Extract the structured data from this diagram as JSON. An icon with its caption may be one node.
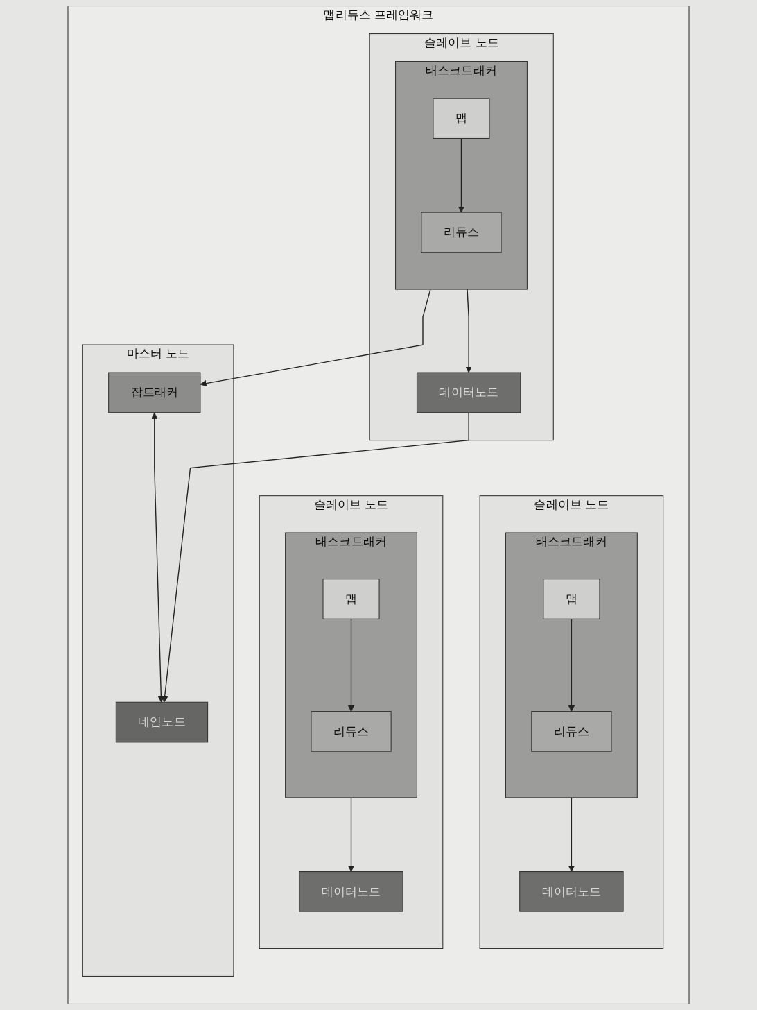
{
  "diagram": {
    "nodes": [
      {
        "text": [
          "맵리듀스 프레임워크"
        ]
      },
      {
        "text": [
          "슬레이브 노드"
        ],
        "in": 0
      },
      {
        "text": [
          "태스크트래커"
        ],
        "in": 1
      },
      {
        "text": [
          "맵"
        ],
        "in": 2
      },
      {
        "text": [
          "리듀스"
        ],
        "in": 2
      },
      {
        "text": [
          "데이터노드"
        ],
        "in": 1
      },
      {
        "text": [
          "마스터 노드"
        ],
        "in": 0
      },
      {
        "text": [
          "잡트래커"
        ],
        "in": 6
      },
      {
        "text": [
          "네임노드"
        ],
        "in": 6
      },
      {
        "text": [
          "슬레이브 노드"
        ],
        "in": 0
      },
      {
        "text": [
          "태스크트래커"
        ],
        "in": 9
      },
      {
        "text": [
          "맵"
        ],
        "in": 10
      },
      {
        "text": [
          "리듀스"
        ],
        "in": 10
      },
      {
        "text": [
          "데이터노드"
        ],
        "in": 9
      },
      {
        "text": [
          "슬레이브 노드"
        ],
        "in": 0
      },
      {
        "text": [
          "태스크트래커"
        ],
        "in": 14
      },
      {
        "text": [
          "맵"
        ],
        "in": 15
      },
      {
        "text": [
          "리듀스"
        ],
        "in": 15
      },
      {
        "text": [
          "데이터노드"
        ],
        "in": 14
      }
    ],
    "edges": [
      {
        "from": 3,
        "to": 4,
        "arrow": "to"
      },
      {
        "from": 2,
        "to": 5,
        "arrow": "to"
      },
      {
        "from": 7,
        "to": 8,
        "arrow": "both"
      },
      {
        "from": 10,
        "to": 7,
        "arrow": "to"
      },
      {
        "from": 13,
        "to": 8,
        "arrow": "to"
      },
      {
        "from": 11,
        "to": 12,
        "arrow": "to"
      },
      {
        "from": 10,
        "to": 13,
        "arrow": "to"
      },
      {
        "from": 16,
        "to": 17,
        "arrow": "to"
      },
      {
        "from": 15,
        "to": 18,
        "arrow": "to"
      }
    ]
  }
}
